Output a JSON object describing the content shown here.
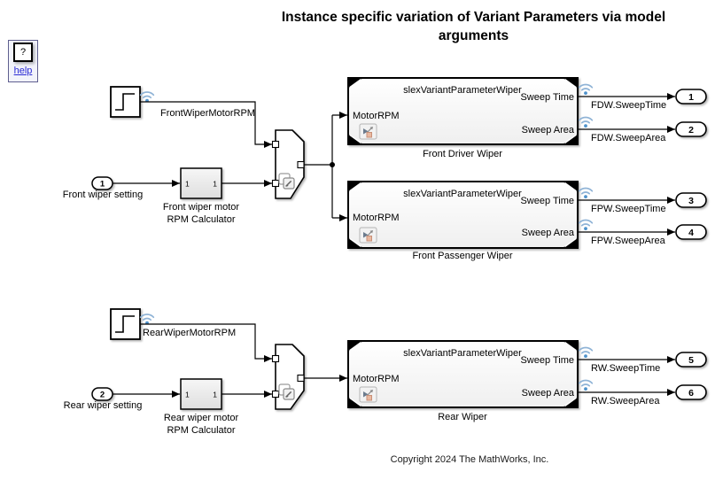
{
  "title": "Instance specific variation of Variant Parameters via model arguments",
  "copyright": "Copyright 2024 The MathWorks, Inc.",
  "help": {
    "button_label": "?",
    "link_label": "help"
  },
  "colors": {
    "wire": "#000000",
    "wireless_arc": "#8fb3d6",
    "wireless_dot": "#4e92cb",
    "link": "#2a2ad4",
    "block_fill": "#ffffff",
    "subsystem_fill_top": "#f6f6f6",
    "subsystem_fill_bottom": "#dedede"
  },
  "sources": [
    {
      "type": "step",
      "signal_label": "FrontWiperMotorRPM"
    },
    {
      "type": "step",
      "signal_label": "RearWiperMotorRPM"
    }
  ],
  "inports": [
    {
      "number": "1",
      "caption": "Front wiper setting"
    },
    {
      "number": "2",
      "caption": "Rear wiper setting"
    }
  ],
  "subsystems": [
    {
      "caption_line1": "Front wiper motor",
      "caption_line2": "RPM Calculator",
      "inport_label": "1",
      "outport_label": "1"
    },
    {
      "caption_line1": "Rear wiper motor",
      "caption_line2": "RPM Calculator",
      "inport_label": "1",
      "outport_label": "1"
    }
  ],
  "model_blocks": [
    {
      "model_name": "slexVariantParameterWiper",
      "inport_label": "MotorRPM",
      "outport1_label": "Sweep Time",
      "outport2_label": "Sweep Area",
      "caption": "Front Driver Wiper"
    },
    {
      "model_name": "slexVariantParameterWiper",
      "inport_label": "MotorRPM",
      "outport1_label": "Sweep Time",
      "outport2_label": "Sweep Area",
      "caption": "Front Passenger Wiper"
    },
    {
      "model_name": "slexVariantParameterWiper",
      "inport_label": "MotorRPM",
      "outport1_label": "Sweep Time",
      "outport2_label": "Sweep Area",
      "caption": "Rear Wiper"
    }
  ],
  "outports": [
    {
      "number": "1",
      "signal_label": "FDW.SweepTime"
    },
    {
      "number": "2",
      "signal_label": "FDW.SweepArea"
    },
    {
      "number": "3",
      "signal_label": "FPW.SweepTime"
    },
    {
      "number": "4",
      "signal_label": "FPW.SweepArea"
    },
    {
      "number": "5",
      "signal_label": "RW.SweepTime"
    },
    {
      "number": "6",
      "signal_label": "RW.SweepArea"
    }
  ]
}
